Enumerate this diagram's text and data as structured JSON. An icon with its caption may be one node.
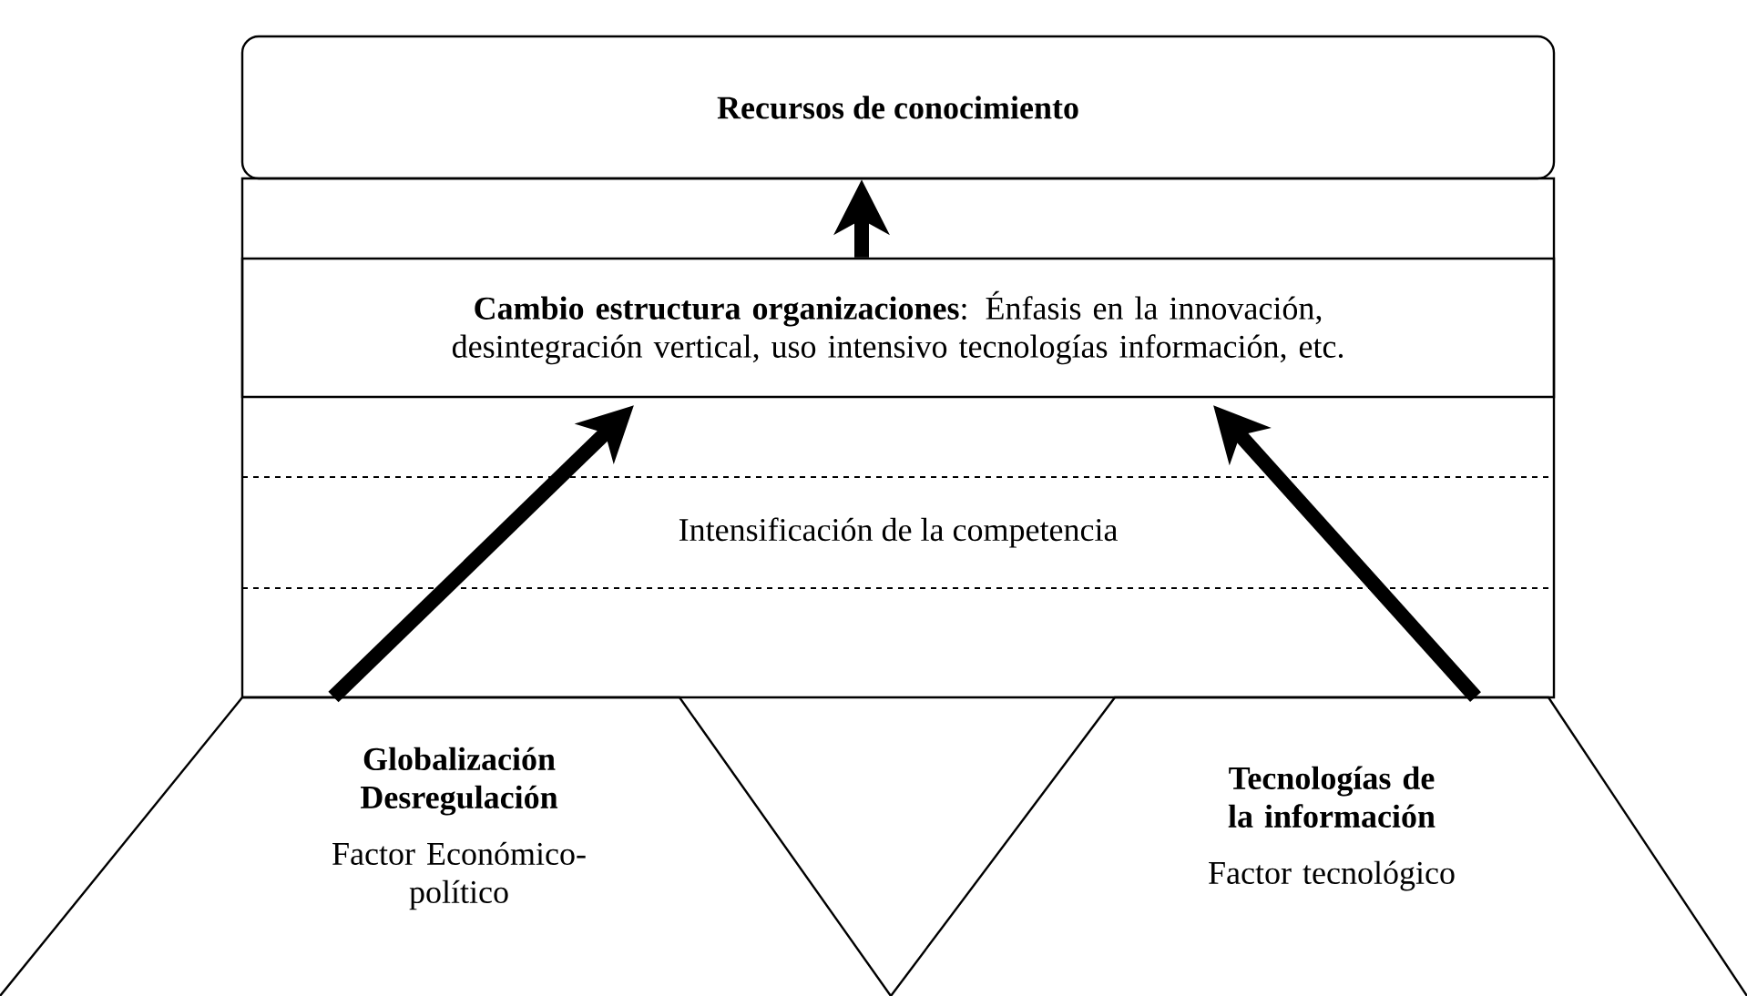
{
  "diagram": {
    "nodes": [
      {
        "text": [
          "Recursos de conocimiento"
        ]
      },
      {
        "text": [
          "**Cambio estructura organizaciones**: Énfasis en la innovación, desintegración vertical, uso intensivo tecnologías información, etc."
        ]
      },
      {
        "text": [
          "Intensificación de la competencia"
        ]
      },
      {
        "text": [
          "Globalización Desregulación",
          "Factor Económico-político"
        ]
      },
      {
        "text": [
          "Tecnologías de la información",
          "Factor tecnológico"
        ]
      }
    ],
    "edges": [
      {
        "from": 1,
        "to": 0,
        "arrow": "to"
      },
      {
        "from": 3,
        "to": 1,
        "arrow": "to"
      },
      {
        "from": 4,
        "to": 1,
        "arrow": "to"
      }
    ]
  }
}
